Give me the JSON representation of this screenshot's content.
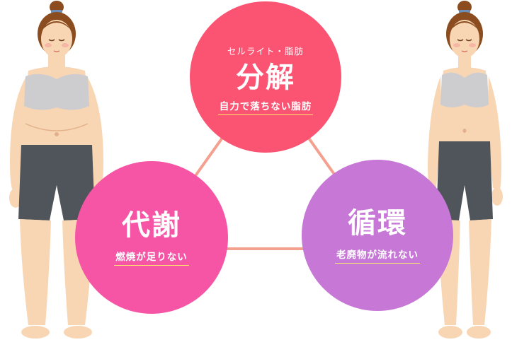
{
  "colors": {
    "decompose": "#fb5473",
    "metabolism": "#f655a5",
    "circulation": "#c777d6",
    "connector": "#f4a08f",
    "underline": "#ffe86e",
    "skin": "#f8d6b4",
    "skin_shade": "#e2b08a",
    "hair": "#8b4d1f",
    "bra": "#cdcdcf",
    "shorts": "#50555c"
  },
  "circles": {
    "decompose": {
      "pretitle": "セルライト・脂肪",
      "title": "分解",
      "subtitle": "自力で落ちない脂肪"
    },
    "metabolism": {
      "title": "代謝",
      "subtitle": "燃焼が足りない"
    },
    "circulation": {
      "title": "循環",
      "subtitle": "老廃物が流れない"
    }
  },
  "figures": {
    "left": "woman-before-figure",
    "right": "woman-after-figure"
  }
}
